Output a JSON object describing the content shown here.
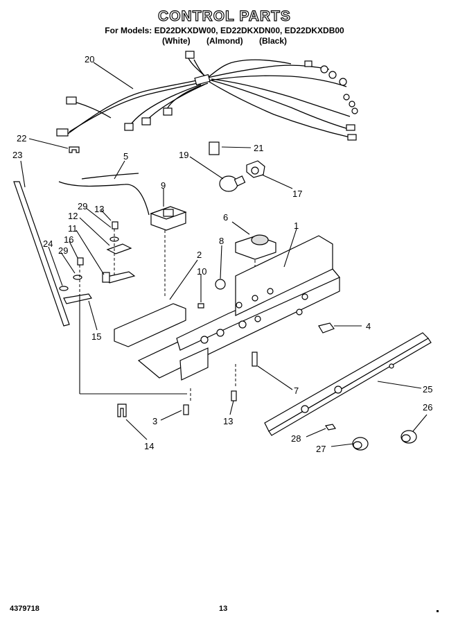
{
  "header": {
    "title": "CONTROL PARTS",
    "models": "For Models: ED22DKXDW00, ED22DKXDN00, ED22DKXDB00",
    "variants": [
      "(White)",
      "(Almond)",
      "(Black)"
    ]
  },
  "callouts": [
    "20",
    "22",
    "23",
    "5",
    "21",
    "19",
    "17",
    "9",
    "6",
    "1",
    "29",
    "13",
    "12",
    "11",
    "16",
    "29",
    "24",
    "8",
    "2",
    "10",
    "15",
    "4",
    "7",
    "25",
    "26",
    "3",
    "13",
    "14",
    "28",
    "27"
  ],
  "footer": {
    "part_number": "4379718",
    "page_number": "13"
  }
}
